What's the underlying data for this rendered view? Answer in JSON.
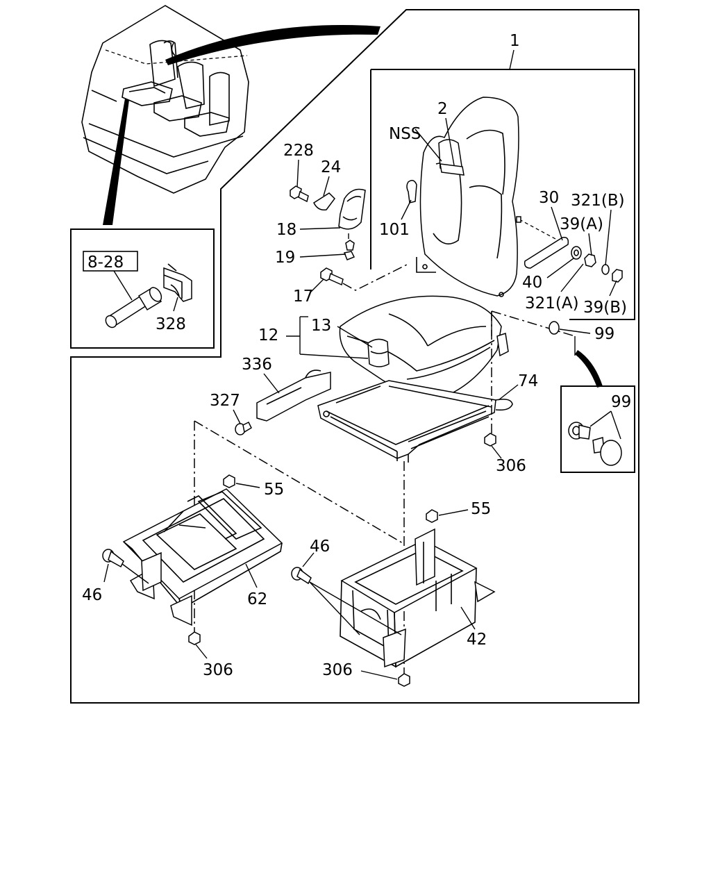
{
  "labels": {
    "l1": "1",
    "l2": "2",
    "nss": "NSS",
    "l228": "228",
    "l24": "24",
    "l18": "18",
    "l101": "101",
    "l19": "19",
    "l17": "17",
    "l30": "30",
    "l321b": "321(B)",
    "l39a": "39(A)",
    "l40": "40",
    "l321a": "321(A)",
    "l39b": "39(B)",
    "l99": "99",
    "l99b": "99",
    "l12": "12",
    "l13": "13",
    "l336": "336",
    "l327": "327",
    "l74": "74",
    "l306a": "306",
    "l306b": "306",
    "l306c": "306",
    "l55a": "55",
    "l55b": "55",
    "l46a": "46",
    "l46b": "46",
    "l62": "62",
    "l42": "42",
    "l328": "328",
    "ref": "8-28"
  }
}
